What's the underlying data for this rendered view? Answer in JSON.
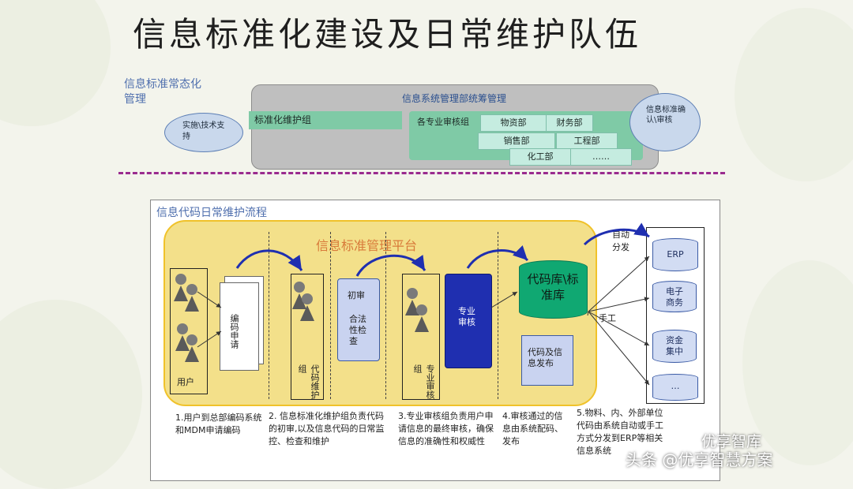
{
  "title": "信息标准化建设及日常维护队伍",
  "top_left_label": "信息标准常态化管理",
  "mgmt_title": "信息系统管理部统筹管理",
  "std_group": "标准化维护组",
  "dept_group_label": "各专业审核组",
  "departments": [
    "物资部",
    "财务部",
    "销售部",
    "工程部",
    "化工部",
    "……"
  ],
  "bubble_left": "实施\\技术支持",
  "bubble_right": "信息标准确认\\审核",
  "flow_title": "信息代码日常维护流程",
  "platform_label": "信息标准管理平台",
  "user_label": "用户",
  "apply_doc": "编码申请",
  "code_group_label": "代码维护组",
  "first_review": "初审",
  "legal_check": "合法性检查",
  "prof_group_label": "专业审核组",
  "prof_review": "专业审核",
  "db_label": "代码库\\标准库",
  "publish_doc": "代码及信息发布",
  "auto_dist": "自动分发",
  "manual": "手工",
  "targets": [
    "ERP",
    "电子商务",
    "资金集中",
    "…"
  ],
  "desc": {
    "d1": "1.用户到总部编码系统和MDM申请编码",
    "d2": "2. 信息标准化维护组负责代码的初审,以及信息代码的日常监控、检查和维护",
    "d3": "3.专业审核组负责用户申请信息的最终审核，确保信息的准确性和权威性",
    "d4": "4.审核通过的信息由系统配码、发布",
    "d5": "5.物料、内、外部单位代码由系统自动或手工方式分发到ERP等相关信息系统"
  },
  "watermark_top": "优享智库",
  "watermark_bottom": "头条 @优享智慧方案",
  "colors": {
    "accent_blue": "#1f2fb0",
    "green": "#7fcaa6",
    "yellow": "#f3e08a",
    "dash_purple": "#9a2b8f"
  }
}
